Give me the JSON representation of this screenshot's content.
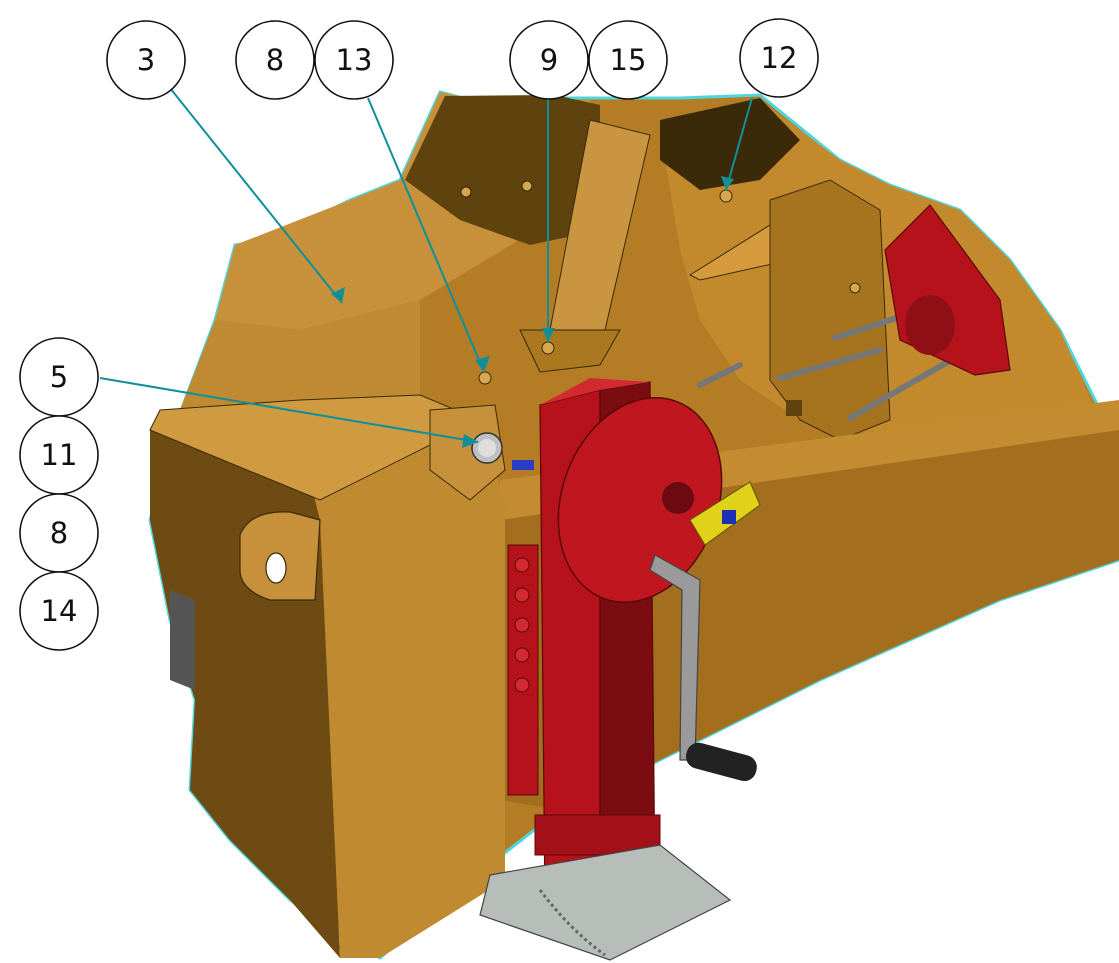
{
  "balloons": {
    "b3": "3",
    "b8_top": "8",
    "b13": "13",
    "b9": "9",
    "b15": "15",
    "b12": "12",
    "b5": "5",
    "b11": "11",
    "b8_left": "8",
    "b14": "14"
  },
  "colors": {
    "frame_light": "#c28a2c",
    "frame_mid": "#a6741f",
    "frame_dark": "#5f430f",
    "outline_cyan": "#4fd6dc",
    "jack_red": "#b5121b",
    "jack_dark": "#7a0c12",
    "leader": "#0f8f99"
  },
  "icons": [
    "jack-stand",
    "crank-handle",
    "bolt",
    "pivot-pin"
  ]
}
